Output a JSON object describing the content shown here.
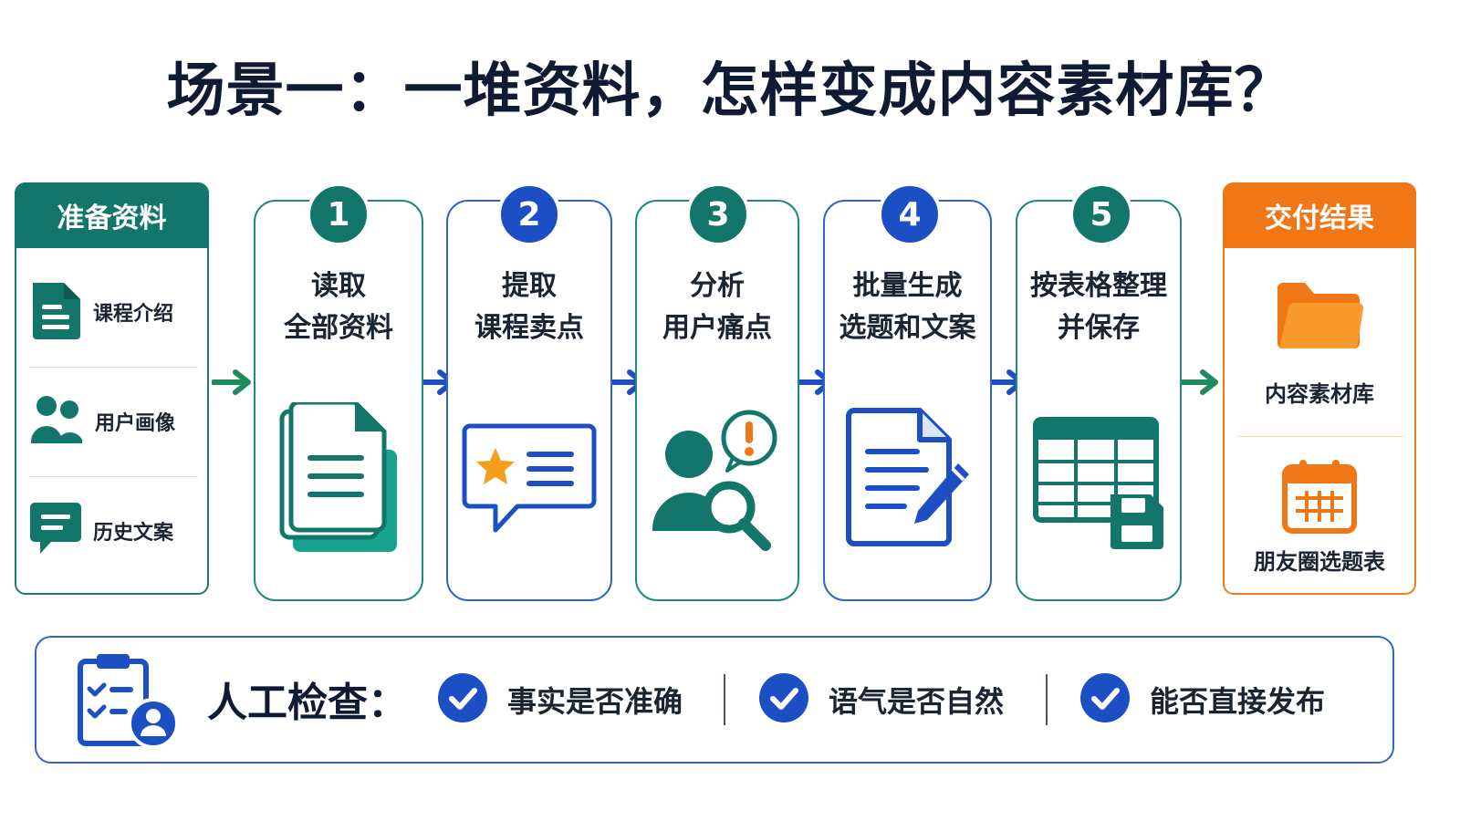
{
  "title": "场景一：一堆资料，怎样变成内容素材库？",
  "prepare": {
    "header": "准备资料",
    "items": [
      {
        "label": "课程介绍",
        "icon": "document-icon"
      },
      {
        "label": "用户画像",
        "icon": "users-icon"
      },
      {
        "label": "历史文案",
        "icon": "chat-bubble-icon"
      }
    ]
  },
  "steps": [
    {
      "number": "1",
      "line1": "读取",
      "line2": "全部资料",
      "icon": "stacked-documents-icon",
      "color": "#13766a"
    },
    {
      "number": "2",
      "line1": "提取",
      "line2": "课程卖点",
      "icon": "star-speech-bubble-icon",
      "color": "#1d4fc4"
    },
    {
      "number": "3",
      "line1": "分析",
      "line2": "用户痛点",
      "icon": "user-search-alert-icon",
      "color": "#13766a"
    },
    {
      "number": "4",
      "line1": "批量生成",
      "line2": "选题和文案",
      "icon": "document-pencil-icon",
      "color": "#1d4fc4"
    },
    {
      "number": "5",
      "line1": "按表格整理",
      "line2": "并保存",
      "icon": "table-save-icon",
      "color": "#13766a"
    }
  ],
  "deliver": {
    "header": "交付结果",
    "items": [
      {
        "label": "内容素材库",
        "icon": "folder-icon"
      },
      {
        "label": "朋友圈选题表",
        "icon": "calendar-icon"
      }
    ]
  },
  "check": {
    "title": "人工检查：",
    "icon": "clipboard-user-icon",
    "items": [
      "事实是否准确",
      "语气是否自然",
      "能否直接发布"
    ]
  },
  "colors": {
    "teal": "#13766a",
    "blue": "#1d4fc4",
    "orange": "#f07616",
    "title": "#0f1b33"
  }
}
